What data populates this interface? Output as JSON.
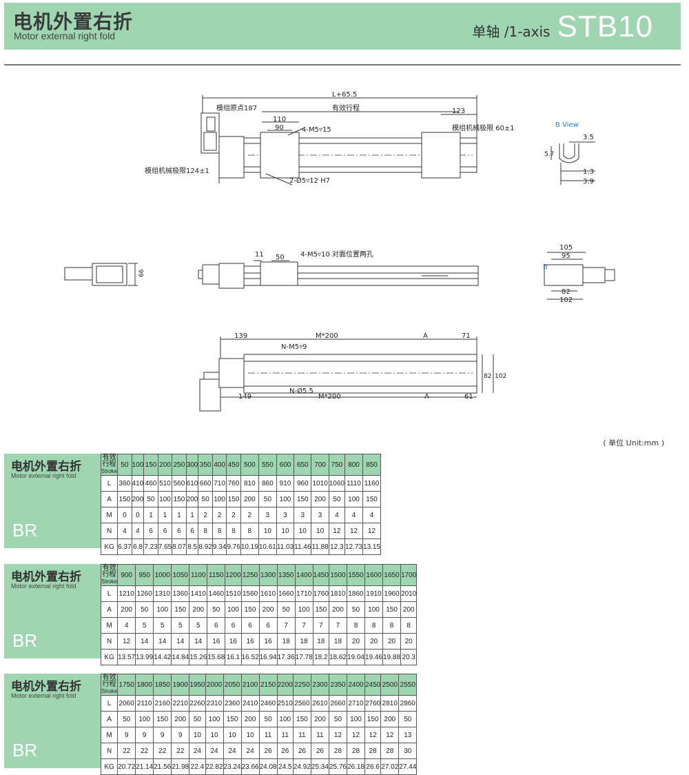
{
  "header": {
    "title_cn": "电机外置右折",
    "title_en": "Motor external right fold",
    "axis_label": "单轴 /1-axis",
    "model": "STB10"
  },
  "drawing": {
    "top_view": {
      "total_length": "L+65.5",
      "origin": "模组原点187",
      "effective_stroke": "有效行程",
      "dim_123": "123",
      "dim_110": "110",
      "dim_90": "90",
      "hole_4m5": "4-M5▿15",
      "mech_limit_right": "模组机械极限 60±1",
      "mech_limit_left": "模组机械极限124±1",
      "pin_hole": "2-Ø5▿12 H7"
    },
    "b_view": {
      "title": "B View",
      "d35": "3.5",
      "d57": "5.7",
      "d13": "1.3",
      "d39": "3.9"
    },
    "side_view": {
      "d11": "11",
      "d50": "50",
      "holes": "4-M5▿10 对面位置两孔",
      "d66": "66"
    },
    "end_view": {
      "d105": "105",
      "d95": "95",
      "d82": "82",
      "d102": "102",
      "b_mark": "B"
    },
    "bottom_view": {
      "d139": "139",
      "m200_top": "M*200",
      "a_top": "A",
      "d71": "71",
      "nm5": "N-M5▿9",
      "d82": "82",
      "d102": "102",
      "d149": "149",
      "n55": "N-Ø5.5",
      "m200_bottom": "M*200",
      "a_bottom": "A",
      "d61": "61"
    }
  },
  "unit_note": "( 单位 Unit:mm )",
  "tables": [
    {
      "title_cn": "电机外置右折",
      "title_en": "Motor external right fold",
      "code": "BR",
      "stroke_label_cn": "有效行程",
      "stroke_label_en": "Stroke",
      "stroke": [
        "50",
        "100",
        "150",
        "200",
        "250",
        "300",
        "350",
        "400",
        "450",
        "500",
        "550",
        "600",
        "650",
        "700",
        "750",
        "800",
        "850"
      ],
      "rows": [
        {
          "label": "L",
          "values": [
            "360",
            "410",
            "460",
            "510",
            "560",
            "610",
            "660",
            "710",
            "760",
            "810",
            "860",
            "910",
            "960",
            "1010",
            "1060",
            "1110",
            "1160"
          ]
        },
        {
          "label": "A",
          "values": [
            "150",
            "200",
            "50",
            "100",
            "150",
            "200",
            "50",
            "100",
            "150",
            "200",
            "50",
            "100",
            "150",
            "200",
            "50",
            "100",
            "150"
          ]
        },
        {
          "label": "M",
          "values": [
            "0",
            "0",
            "1",
            "1",
            "1",
            "1",
            "2",
            "2",
            "2",
            "2",
            "3",
            "3",
            "3",
            "3",
            "4",
            "4",
            "4"
          ]
        },
        {
          "label": "N",
          "values": [
            "4",
            "4",
            "6",
            "6",
            "6",
            "6",
            "8",
            "8",
            "8",
            "8",
            "10",
            "10",
            "10",
            "10",
            "12",
            "12",
            "12"
          ]
        },
        {
          "label": "KG",
          "values": [
            "6.37",
            "6.8",
            "7.23",
            "7.65",
            "8.07",
            "8.5",
            "8.92",
            "9.34",
            "9.76",
            "10.19",
            "10.61",
            "11.03",
            "11.46",
            "11.88",
            "12.3",
            "12.73",
            "13.15"
          ]
        }
      ]
    },
    {
      "title_cn": "电机外置右折",
      "title_en": "Motor external right fold",
      "code": "BR",
      "stroke_label_cn": "有效行程",
      "stroke_label_en": "Stroke",
      "stroke": [
        "900",
        "950",
        "1000",
        "1050",
        "1100",
        "1150",
        "1200",
        "1250",
        "1300",
        "1350",
        "1400",
        "1450",
        "1500",
        "1550",
        "1600",
        "1650",
        "1700"
      ],
      "rows": [
        {
          "label": "L",
          "values": [
            "1210",
            "1260",
            "1310",
            "1360",
            "1410",
            "1460",
            "1510",
            "1560",
            "1610",
            "1660",
            "1710",
            "1760",
            "1810",
            "1860",
            "1910",
            "1960",
            "2010"
          ]
        },
        {
          "label": "A",
          "values": [
            "200",
            "50",
            "100",
            "150",
            "200",
            "50",
            "100",
            "150",
            "200",
            "50",
            "100",
            "150",
            "200",
            "50",
            "100",
            "150",
            "200"
          ]
        },
        {
          "label": "M",
          "values": [
            "4",
            "5",
            "5",
            "5",
            "5",
            "6",
            "6",
            "6",
            "6",
            "7",
            "7",
            "7",
            "7",
            "8",
            "8",
            "8",
            "8"
          ]
        },
        {
          "label": "N",
          "values": [
            "12",
            "14",
            "14",
            "14",
            "14",
            "16",
            "16",
            "16",
            "16",
            "18",
            "18",
            "18",
            "18",
            "20",
            "20",
            "20",
            "20"
          ]
        },
        {
          "label": "KG",
          "values": [
            "13.57",
            "13.99",
            "14.42",
            "14.84",
            "15.26",
            "15.68",
            "16.1",
            "16.52",
            "16.94",
            "17.36",
            "17.78",
            "18.2",
            "18.62",
            "19.04",
            "19.46",
            "19.88",
            "20.3"
          ]
        }
      ]
    },
    {
      "title_cn": "电机外置右折",
      "title_en": "Motor external right fold",
      "code": "BR",
      "stroke_label_cn": "有效行程",
      "stroke_label_en": "Stroke",
      "stroke": [
        "1750",
        "1800",
        "1850",
        "1900",
        "1950",
        "2000",
        "2050",
        "2100",
        "2150",
        "2200",
        "2250",
        "2300",
        "2350",
        "2400",
        "2450",
        "2500",
        "2550"
      ],
      "rows": [
        {
          "label": "L",
          "values": [
            "2060",
            "2110",
            "2160",
            "2210",
            "2260",
            "2310",
            "2360",
            "2410",
            "2460",
            "2510",
            "2560",
            "2610",
            "2660",
            "2710",
            "2760",
            "2810",
            "2860"
          ]
        },
        {
          "label": "A",
          "values": [
            "50",
            "100",
            "150",
            "200",
            "50",
            "100",
            "150",
            "200",
            "50",
            "100",
            "150",
            "200",
            "50",
            "100",
            "150",
            "200",
            "50"
          ]
        },
        {
          "label": "M",
          "values": [
            "9",
            "9",
            "9",
            "9",
            "10",
            "10",
            "10",
            "10",
            "11",
            "11",
            "11",
            "11",
            "12",
            "12",
            "12",
            "12",
            "13"
          ]
        },
        {
          "label": "N",
          "values": [
            "22",
            "22",
            "22",
            "22",
            "24",
            "24",
            "24",
            "24",
            "26",
            "26",
            "26",
            "26",
            "28",
            "28",
            "28",
            "28",
            "30"
          ]
        },
        {
          "label": "KG",
          "values": [
            "20.72",
            "21.14",
            "21.56",
            "21.98",
            "22.4",
            "22.82",
            "23.24",
            "23.66",
            "24.08",
            "24.5",
            "24.92",
            "25.34",
            "25.76",
            "26.18",
            "26.6",
            "27.02",
            "27.44"
          ]
        }
      ]
    }
  ]
}
